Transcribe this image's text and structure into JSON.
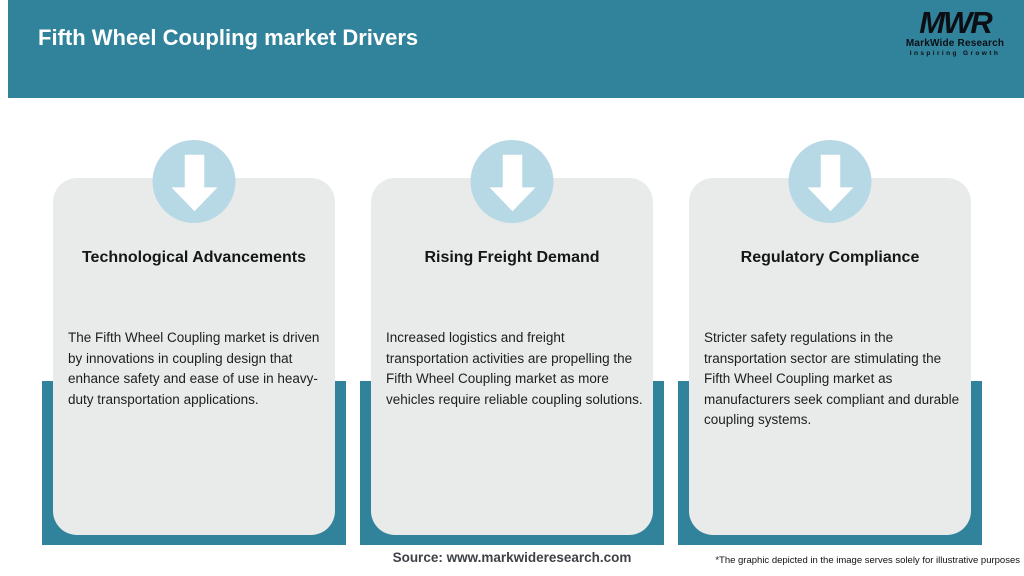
{
  "header": {
    "title": "Fifth Wheel Coupling market Drivers",
    "logo": {
      "acronym": "MWR",
      "name": "MarkWide Research",
      "tagline": "Inspiring Growth"
    }
  },
  "cards": [
    {
      "icon": "down-arrow-icon",
      "title": "Technological Advancements",
      "body": "The Fifth Wheel Coupling market is driven by innovations in coupling design that enhance safety and ease of use in heavy-duty transportation applications."
    },
    {
      "icon": "down-arrow-icon",
      "title": "Rising Freight Demand",
      "body": "Increased logistics and freight transportation activities are propelling the Fifth Wheel Coupling market as more vehicles require reliable coupling solutions."
    },
    {
      "icon": "down-arrow-icon",
      "title": "Regulatory Compliance",
      "body": "Stricter safety regulations in the transportation sector are stimulating the Fifth Wheel Coupling market as manufacturers seek compliant and durable coupling systems."
    }
  ],
  "footer": {
    "source": "Source: www.markwideresearch.com",
    "disclaimer": "*The graphic depicted in the image serves solely for illustrative purposes"
  },
  "colors": {
    "teal": "#30839A",
    "circle_blue": "#B6D9E5",
    "card_gray": "#E9EBEB",
    "arrow_white": "#FFFFFF",
    "title_white": "#FFFFFF",
    "text_dark": "#1D1D1D"
  }
}
